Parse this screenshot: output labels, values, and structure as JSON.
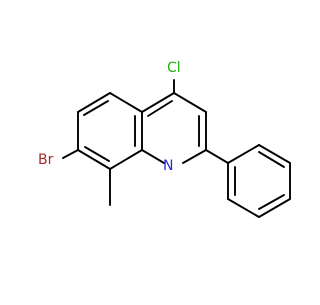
{
  "molecule": {
    "labels": {
      "chlorine": "Cl",
      "bromine": "Br",
      "nitrogen": "N"
    },
    "colors": {
      "chlorine": "#1fb20f",
      "bromine": "#a52a2a",
      "nitrogen": "#2a2ad6",
      "bond": "#000000",
      "background": "#ffffff"
    }
  }
}
